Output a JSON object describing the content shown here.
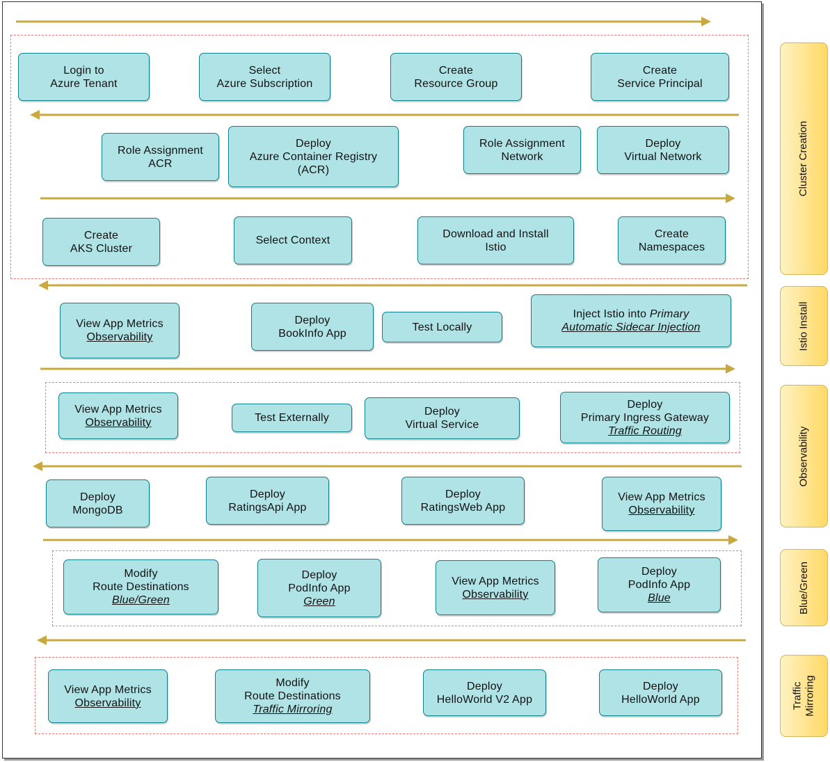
{
  "steps": {
    "login_tenant": {
      "line1": "Login to",
      "line2": "Azure Tenant"
    },
    "select_subscription": {
      "line1": "Select",
      "line2": "Azure Subscription"
    },
    "create_resource_group": {
      "line1": "Create",
      "line2": "Resource Group"
    },
    "create_service_principal": {
      "line1": "Create",
      "line2": "Service Principal"
    },
    "role_assignment_acr": {
      "line1": "Role Assignment",
      "line2": "ACR"
    },
    "deploy_acr": {
      "line1": "Deploy",
      "line2": "Azure Container Registry",
      "line3": "(ACR)"
    },
    "role_assignment_network": {
      "line1": "Role Assignment",
      "line2": "Network"
    },
    "deploy_vnet": {
      "line1": "Deploy",
      "line2": "Virtual Network"
    },
    "create_aks": {
      "line1": "Create",
      "line2": "AKS Cluster"
    },
    "select_context": {
      "line1": "Select Context"
    },
    "install_istio": {
      "line1": "Download and Install",
      "line2": "Istio"
    },
    "create_namespaces": {
      "line1": "Create",
      "line2": "Namespaces"
    },
    "metrics_1": {
      "line1": "View App Metrics",
      "line2": "Observability"
    },
    "deploy_bookinfo": {
      "line1": "Deploy",
      "line2": "BookInfo App"
    },
    "test_locally": {
      "line1": "Test Locally"
    },
    "inject_istio": {
      "line1_prefix": "Inject Istio into ",
      "line1_em": "Primary",
      "line2": "Automatic Sidecar Injection"
    },
    "metrics_2": {
      "line1": "View App Metrics",
      "line2": "Observability"
    },
    "test_externally": {
      "line1": "Test Externally"
    },
    "deploy_virtual_service": {
      "line1": "Deploy",
      "line2": "Virtual Service"
    },
    "deploy_ingress": {
      "line1": "Deploy",
      "line2": "Primary Ingress Gateway",
      "line3": "Traffic Routing"
    },
    "deploy_mongodb": {
      "line1": "Deploy",
      "line2": "MongoDB"
    },
    "deploy_ratingsapi": {
      "line1": "Deploy",
      "line2": "RatingsApi App"
    },
    "deploy_ratingsweb": {
      "line1": "Deploy",
      "line2": "RatingsWeb App"
    },
    "metrics_3": {
      "line1": "View App Metrics",
      "line2": "Observability"
    },
    "modify_routes_bg": {
      "line1": "Modify",
      "line2": "Route Destinations",
      "line3": "Blue/Green"
    },
    "deploy_podinfo_green": {
      "line1": "Deploy",
      "line2": "PodInfo App",
      "line3": "Green"
    },
    "metrics_4": {
      "line1": "View App Metrics",
      "line2": "Observability"
    },
    "deploy_podinfo_blue": {
      "line1": "Deploy",
      "line2": "PodInfo App",
      "line3": "Blue"
    },
    "metrics_5": {
      "line1": "View App Metrics",
      "line2": "Observability"
    },
    "modify_routes_mirror": {
      "line1": "Modify",
      "line2": "Route Destinations",
      "line3": "Traffic Mirroring"
    },
    "deploy_helloworld_v2": {
      "line1": "Deploy",
      "line2": "HelloWorld V2 App"
    },
    "deploy_helloworld": {
      "line1": "Deploy",
      "line2": "HelloWorld App"
    }
  },
  "phases": {
    "cluster_creation": "Cluster Creation",
    "istio_install": "Istio Install",
    "observability": "Observability",
    "blue_green": "Blue/Green",
    "traffic_mirroring": "Traffic\nMirroring"
  },
  "colors": {
    "step_fill": "#b0e3e6",
    "step_border": "#0e8088",
    "flow_arrow": "#c8a940",
    "group_dash": "#f07a7a",
    "phase_fill": "#ffd966"
  }
}
